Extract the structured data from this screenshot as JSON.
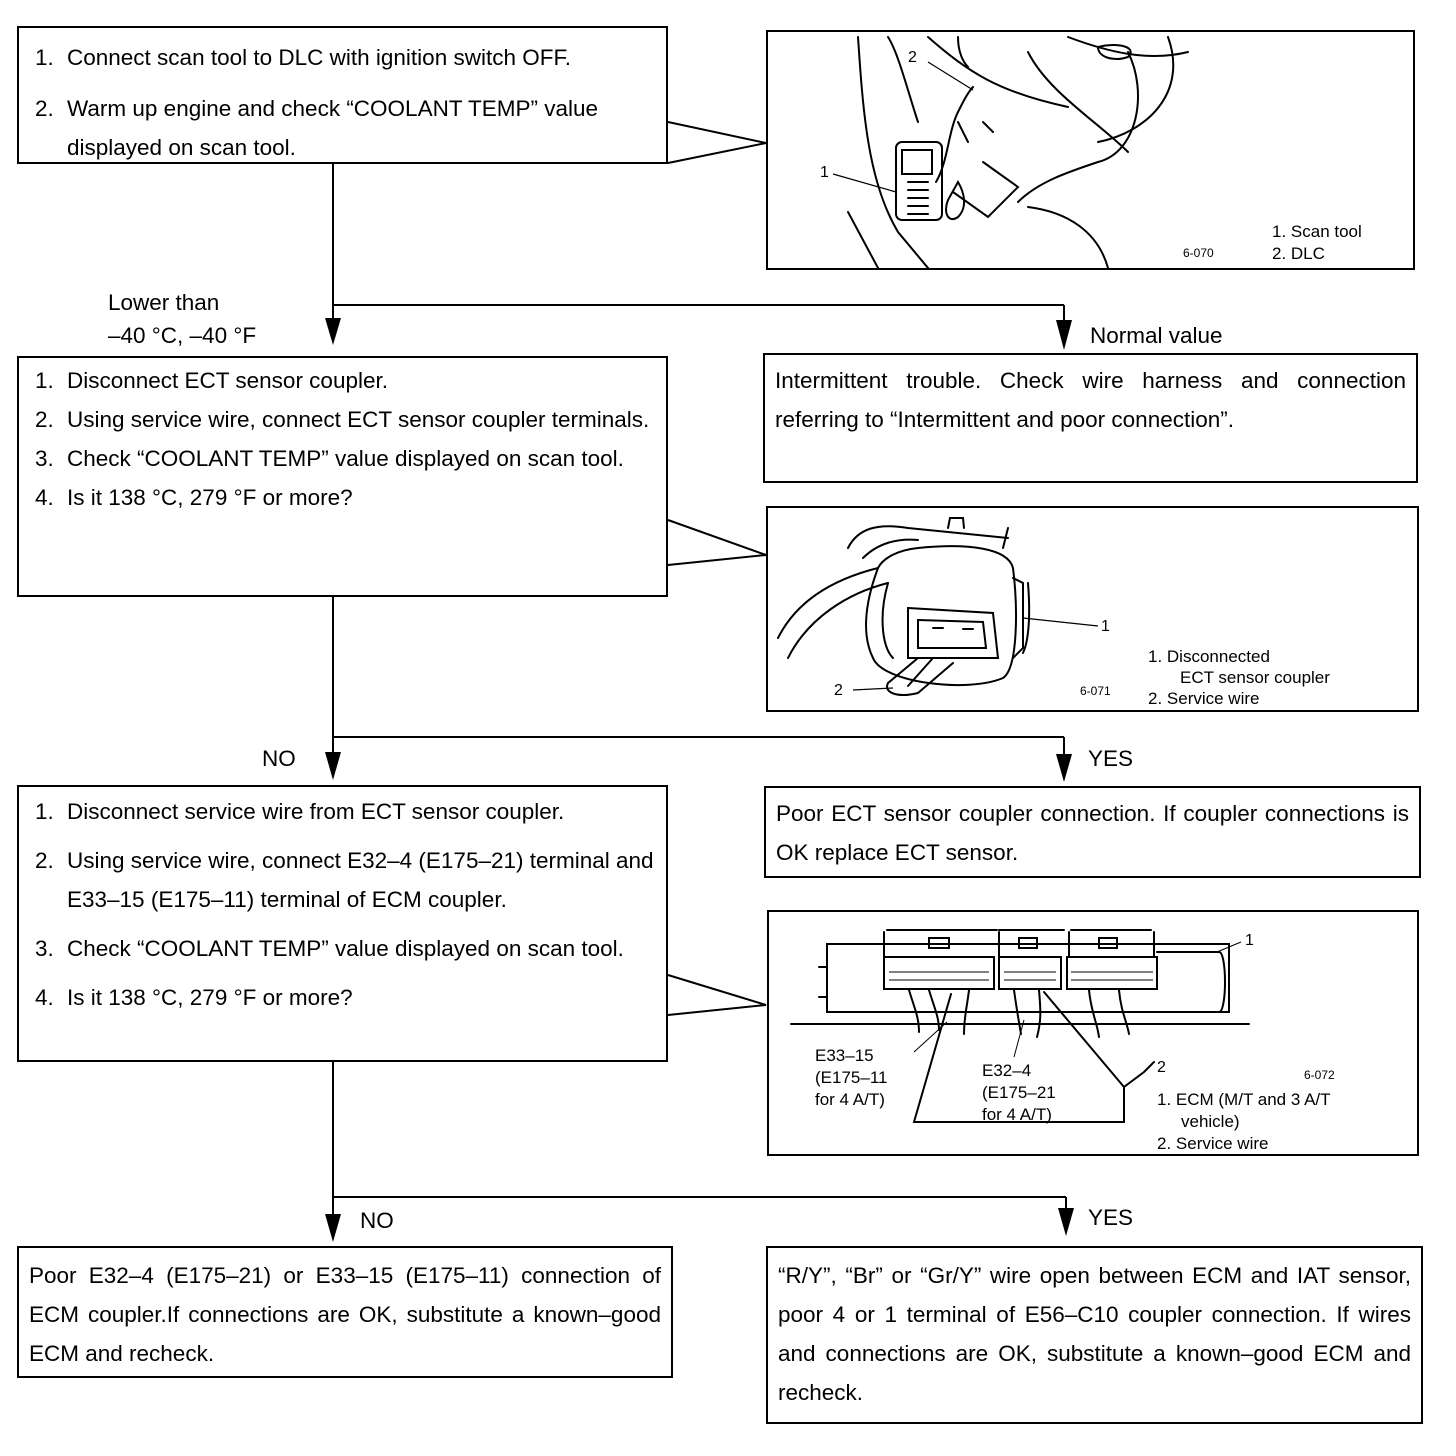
{
  "step1": {
    "items": [
      {
        "num": "1.",
        "text": "Connect scan tool to DLC with ignition switch OFF."
      },
      {
        "num": "2.",
        "text": "Warm up engine and check “COOLANT TEMP” value displayed on scan tool."
      }
    ]
  },
  "fig1": {
    "id": "6-070",
    "callouts": [
      "1",
      "2"
    ],
    "legend": [
      "1.  Scan tool",
      "2.  DLC"
    ]
  },
  "branch1": {
    "left_line1": "Lower than",
    "left_line2": "–40 °C, –40 °F",
    "right": "Normal value"
  },
  "result_normal": "Intermittent trouble.  Check wire harness and connection referring to “Intermittent and poor connection”.",
  "step2": {
    "items": [
      {
        "num": "1.",
        "text": "Disconnect ECT sensor coupler."
      },
      {
        "num": "2.",
        "text": "Using service wire, connect ECT sensor coupler terminals."
      },
      {
        "num": "3.",
        "text": "Check “COOLANT TEMP” value displayed on scan tool."
      },
      {
        "num": "4.",
        "text": "Is it 138 °C, 279 °F or more?"
      }
    ]
  },
  "fig2": {
    "id": "6-071",
    "callouts": [
      "1",
      "2"
    ],
    "legend": [
      "1.   Disconnected",
      "ECT sensor coupler",
      "2.   Service wire"
    ]
  },
  "branch2": {
    "left": "NO",
    "right": "YES"
  },
  "result_yes2": "Poor ECT sensor coupler connection.  If coupler connections is OK replace ECT sensor.",
  "step3": {
    "items": [
      {
        "num": "1.",
        "text": "Disconnect service wire from ECT sensor coupler."
      },
      {
        "num": "2.",
        "text": "Using service wire, connect E32–4 (E175–21) terminal and E33–15 (E175–11) terminal of ECM coupler."
      },
      {
        "num": "3.",
        "text": "Check “COOLANT TEMP” value displayed on scan tool."
      },
      {
        "num": "4.",
        "text": "Is it 138 °C, 279 °F or more?"
      }
    ]
  },
  "fig3": {
    "id": "6-072",
    "callouts": [
      "1",
      "2"
    ],
    "pin_a": [
      "E33–15",
      "(E175–11",
      "for 4 A/T)"
    ],
    "pin_b": [
      "E32–4",
      "(E175–21",
      "for 4 A/T)"
    ],
    "legend": [
      "1.  ECM (M/T and 3 A/T",
      "vehicle)",
      "2.  Service wire"
    ]
  },
  "branch3": {
    "left": "NO",
    "right": "YES"
  },
  "result_no3": "Poor E32–4 (E175–21) or E33–15 (E175–11) connection of ECM coupler.If connections are OK, substitute a known–good ECM and recheck.",
  "result_yes3": "“R/Y”, “Br” or “Gr/Y” wire open between ECM and IAT sensor, poor 4 or 1 terminal of E56–C10 coupler connection.  If wires and connections are OK, substitute a known–good ECM and recheck."
}
